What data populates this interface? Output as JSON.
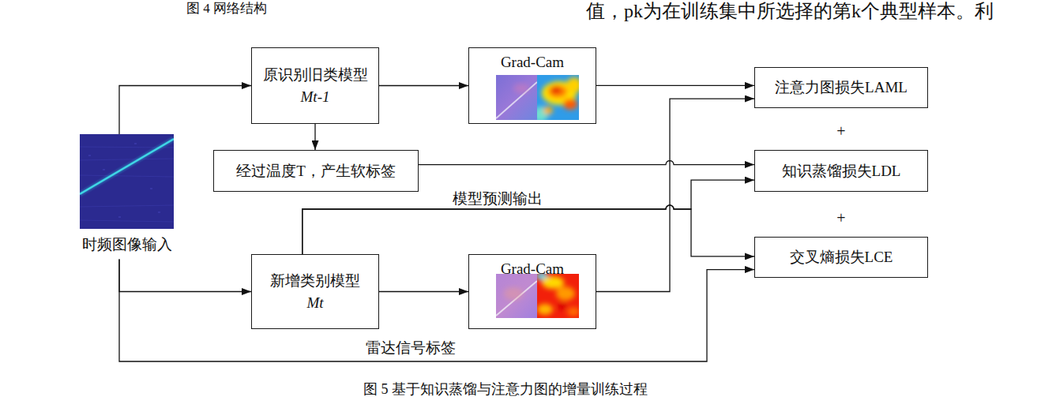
{
  "diagram": {
    "caption": "图 5 基于知识蒸馏与注意力图的增量训练过程",
    "nodes": [
      {
        "text": [
          "时频图像输入"
        ]
      },
      {
        "text": [
          "原识别旧类模型",
          "Mt-1"
        ]
      },
      {
        "text": [
          "Grad-Cam"
        ]
      },
      {
        "text": [
          "经过温度T，产生软标签"
        ]
      },
      {
        "text": [
          "新增类别模型",
          "Mt"
        ]
      },
      {
        "text": [
          "Grad-Cam"
        ]
      },
      {
        "text": [
          "注意力图损失LAML"
        ]
      },
      {
        "text": [
          "知识蒸馏损失LDL"
        ]
      },
      {
        "text": [
          "交叉熵损失LCE"
        ]
      }
    ],
    "edges": [
      {
        "from": 0,
        "to": 1,
        "arrow": "to"
      },
      {
        "from": 1,
        "to": 2,
        "arrow": "to"
      },
      {
        "from": 2,
        "to": 6,
        "arrow": "to"
      },
      {
        "from": 1,
        "to": 3,
        "arrow": "to"
      },
      {
        "from": 3,
        "to": 7,
        "arrow": "to"
      },
      {
        "from": 0,
        "to": 4,
        "arrow": "to"
      },
      {
        "from": 4,
        "to": 5,
        "arrow": "to"
      },
      {
        "from": 5,
        "to": 6,
        "arrow": "to"
      },
      {
        "from": 4,
        "to": 7,
        "arrow": "to",
        "label": "模型预测输出"
      },
      {
        "from": 4,
        "to": 8,
        "arrow": "to"
      },
      {
        "from": 0,
        "to": 8,
        "arrow": "to",
        "label": "雷达信号标签"
      }
    ],
    "labels": [
      "图 4 网络结构",
      "值，pk为在训练集中所选择的第k个典型样本。利",
      "+",
      "+"
    ]
  }
}
